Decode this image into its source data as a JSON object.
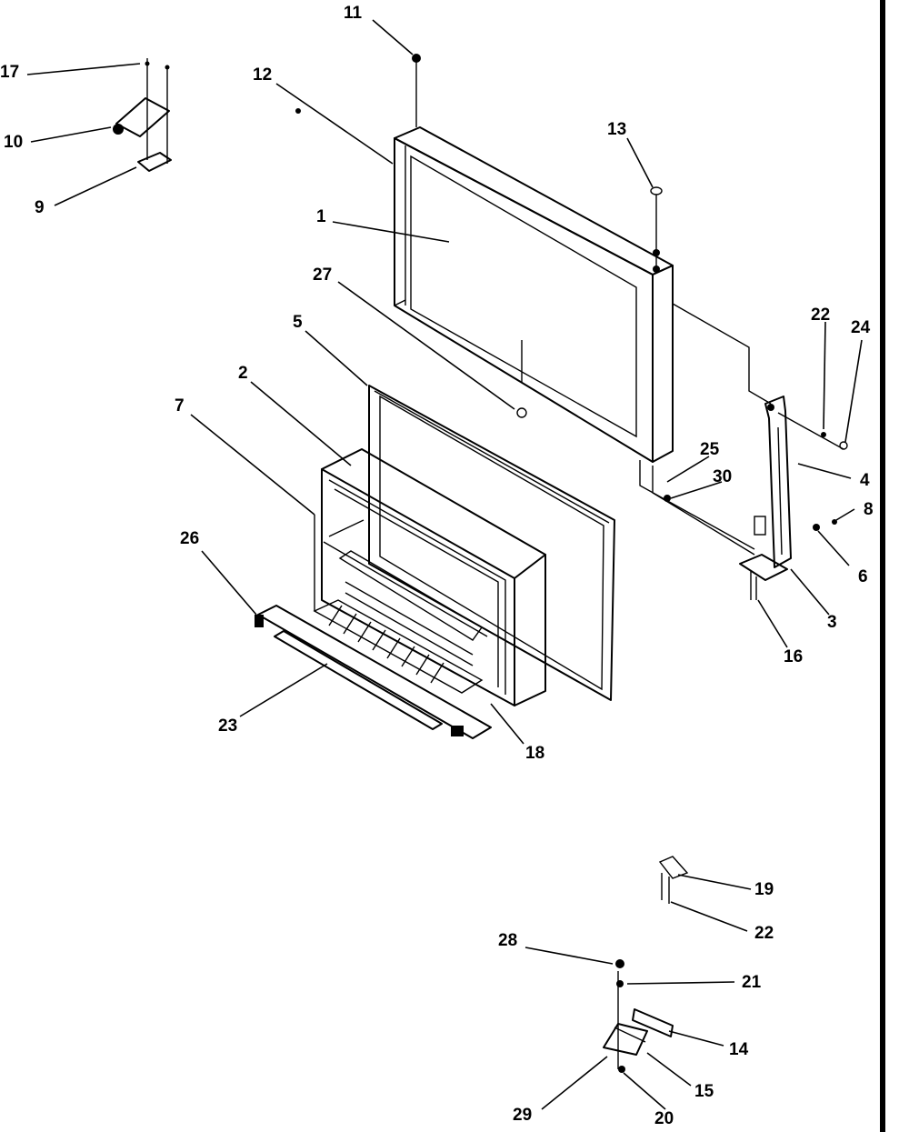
{
  "diagram": {
    "labels": {
      "l1": "1",
      "l2": "2",
      "l3": "3",
      "l4": "4",
      "l5": "5",
      "l6": "6",
      "l7": "7",
      "l8": "8",
      "l9": "9",
      "l10": "10",
      "l11": "11",
      "l12": "12",
      "l13": "13",
      "l14": "14",
      "l15": "15",
      "l16": "16",
      "l17": "17",
      "l18": "18",
      "l19": "19",
      "l20": "20",
      "l21": "21",
      "l22a": "22",
      "l22b": "22",
      "l23": "23",
      "l24": "24",
      "l25": "25",
      "l26": "26",
      "l27": "27",
      "l28": "28",
      "l29": "29",
      "l30": "30"
    }
  }
}
